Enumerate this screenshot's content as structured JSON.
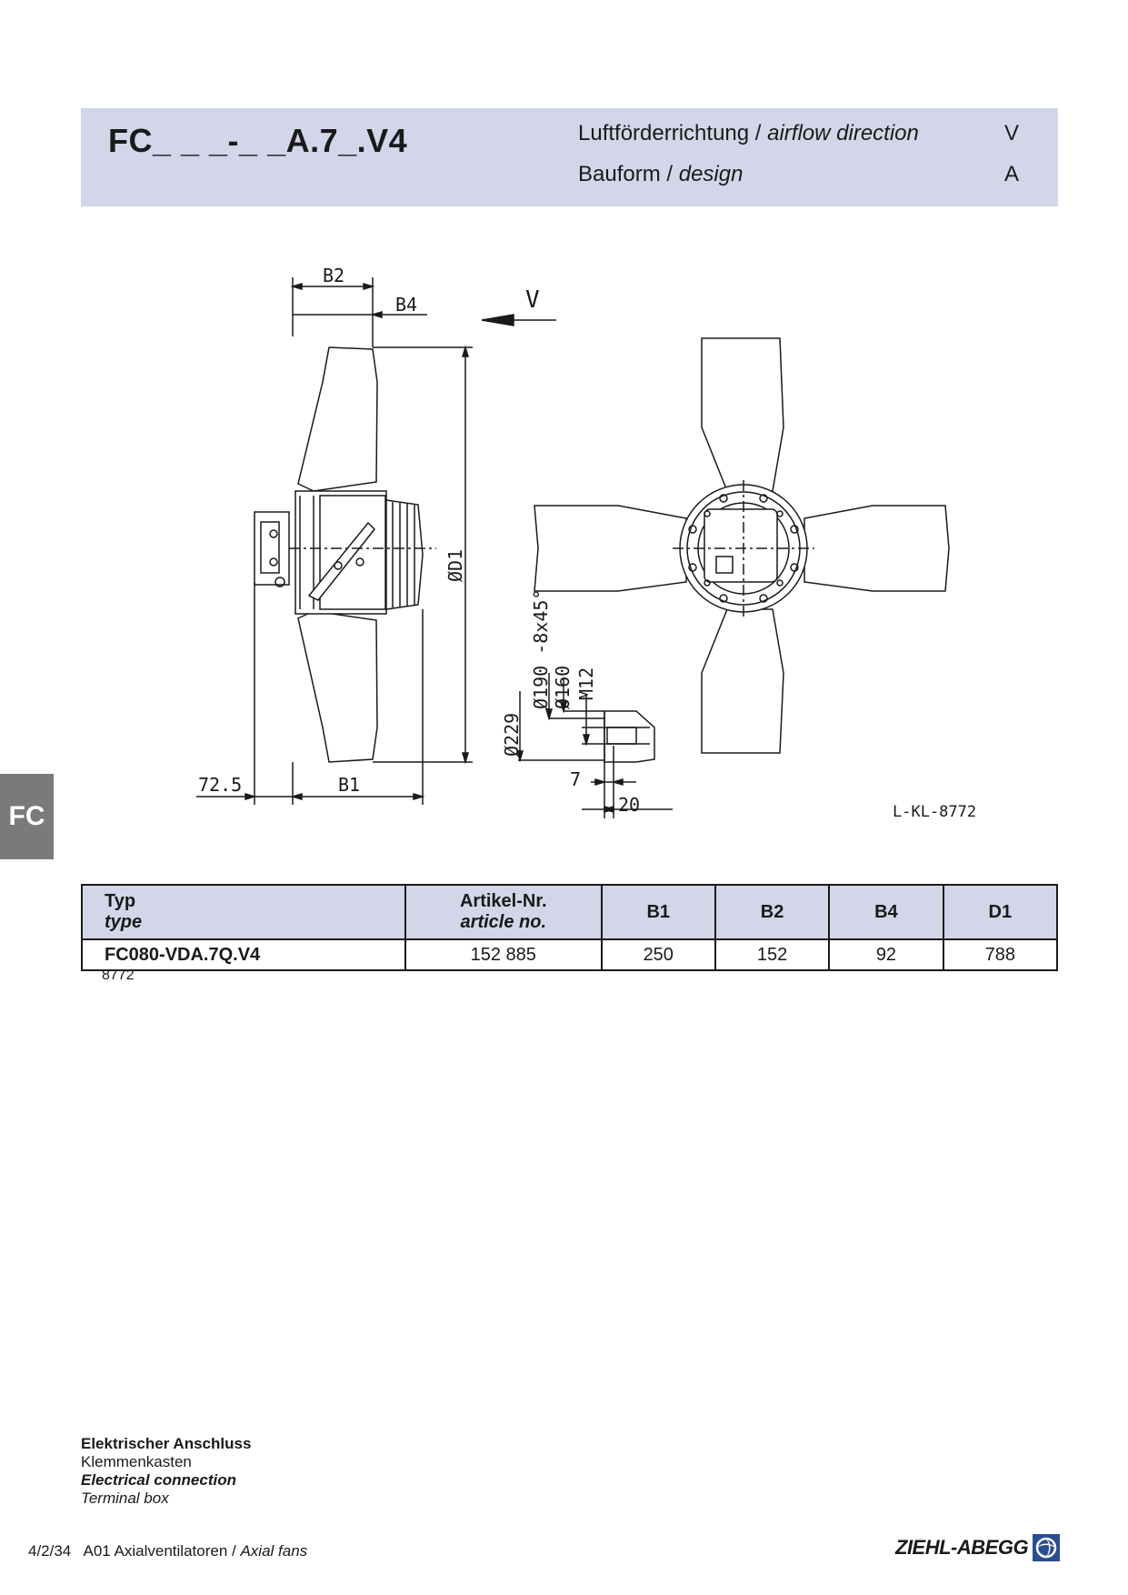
{
  "header": {
    "model": "FC_ _ _-_ _A.7_.V4",
    "rows": [
      {
        "label_de": "Luftförderrichtung /",
        "label_en": "airflow direction",
        "value": "V"
      },
      {
        "label_de": "Bauform  /",
        "label_en": "design",
        "value": "A"
      }
    ]
  },
  "side_tab": "FC",
  "drawing": {
    "labels": {
      "b2": "B2",
      "b4": "B4",
      "v": "V",
      "d1": "ØD1",
      "b1": "B1",
      "d725": "72.5",
      "d190": "Ø190 -8x45°",
      "d160": "Ø160",
      "m12": "M12",
      "d229": "Ø229",
      "d7": "7",
      "d20": "20",
      "ref": "L-KL-8772"
    }
  },
  "table": {
    "headers": [
      {
        "de": "Typ",
        "en": "type"
      },
      {
        "de": "Artikel-Nr.",
        "en": "article no."
      },
      {
        "de": "B1",
        "en": ""
      },
      {
        "de": "B2",
        "en": ""
      },
      {
        "de": "B4",
        "en": ""
      },
      {
        "de": "D1",
        "en": ""
      }
    ],
    "rows": [
      [
        "FC080-VDA.7Q.V4",
        "152 885",
        "250",
        "152",
        "92",
        "788"
      ]
    ],
    "note": "8772"
  },
  "connection": {
    "title_de": "Elektrischer Anschluss",
    "value_de": "Klemmenkasten",
    "title_en": "Electrical connection",
    "value_en": "Terminal box"
  },
  "footer": {
    "page": "4/2/34",
    "section_de": "A01 Axialventilatoren /",
    "section_en": "Axial fans",
    "brand": "ZIEHL-ABEGG"
  }
}
